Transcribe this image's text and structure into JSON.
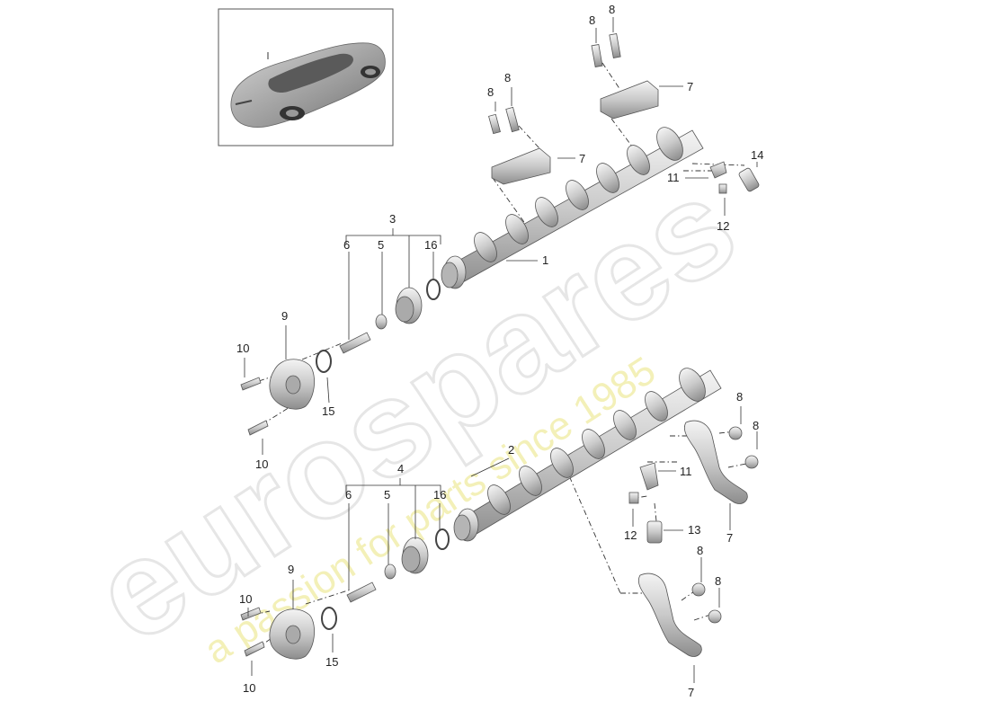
{
  "watermark": {
    "brand": "eurospares",
    "tagline": "a passion for parts since 1985"
  },
  "callouts": {
    "c1": "1",
    "c2": "2",
    "c3": "3",
    "c4": "4",
    "c5a": "5",
    "c5b": "5",
    "c6a": "6",
    "c6b": "6",
    "c7a": "7",
    "c7b": "7",
    "c7c": "7",
    "c7d": "7",
    "c8a": "8",
    "c8b": "8",
    "c8c": "8",
    "c8d": "8",
    "c8e": "8",
    "c8f": "8",
    "c8g": "8",
    "c8h": "8",
    "c9a": "9",
    "c9b": "9",
    "c10a": "10",
    "c10b": "10",
    "c10c": "10",
    "c10d": "10",
    "c11a": "11",
    "c11b": "11",
    "c12a": "12",
    "c12b": "12",
    "c13": "13",
    "c14": "14",
    "c15a": "15",
    "c15b": "15",
    "c16a": "16",
    "c16b": "16"
  }
}
